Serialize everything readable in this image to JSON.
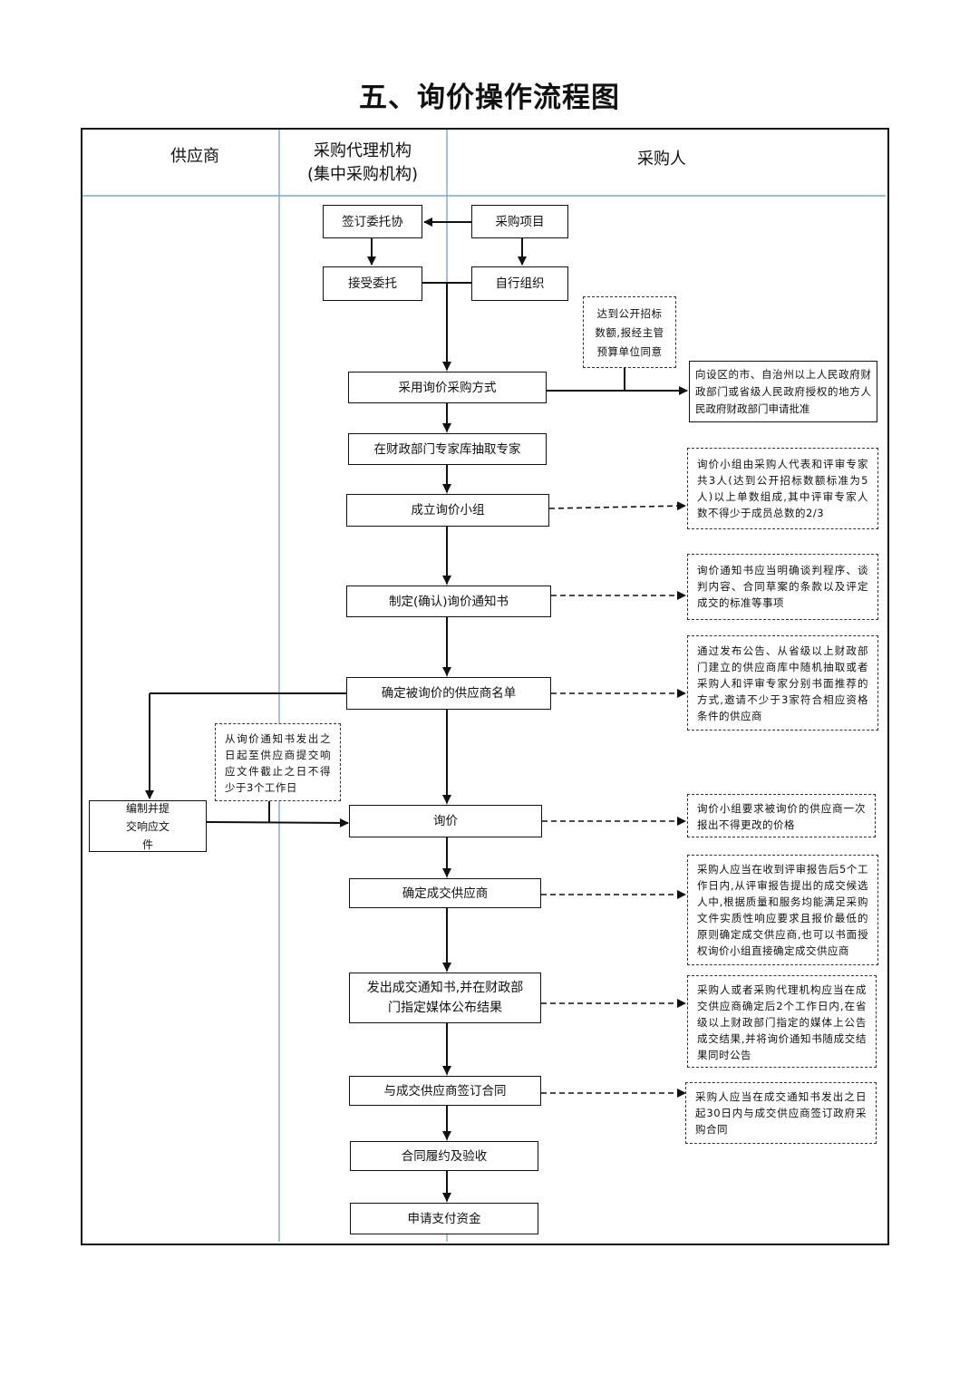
{
  "title": "五、询价操作流程图",
  "lanes": {
    "supplier": "供应商",
    "agency_line1": "采购代理机构",
    "agency_line2": "(集中采购机构)",
    "purchaser": "采购人"
  },
  "boxes": {
    "sign_entrust": "签订委托协",
    "procurement_project": "采购项目",
    "accept_entrust": "接受委托",
    "self_organize": "自行组织",
    "adopt_inquiry": "采用询价采购方式",
    "draw_experts": "在财政部门专家库抽取专家",
    "form_group": "成立询价小组",
    "make_notice": "制定(确认)询价通知书",
    "confirm_suppliers": "确定被询价的供应商名单",
    "prepare_response": "编制并提交响应文件",
    "inquiry": "询价",
    "confirm_winner": "确定成交供应商",
    "issue_notice": "发出成交通知书,并在财政部门指定媒体公布结果",
    "sign_contract": "与成交供应商签订合同",
    "perform_accept": "合同履约及验收",
    "apply_payment": "申请支付资金"
  },
  "notes": {
    "threshold": "达到公开招标数额,报经主管预算单位同意",
    "approval": "向设区的市、自治州以上人民政府财政部门或省级人民政府授权的地方人民政府财政部门申请批准",
    "group_rule": "询价小组由采购人代表和评审专家共3人(达到公开招标数额标准为5人)以上单数组成,其中评审专家人数不得少于成员总数的2/3",
    "notice_rule": "询价通知书应当明确谈判程序、谈判内容、合同草案的条款以及评定成交的标准等事项",
    "supplier_rule": "通过发布公告、从省级以上财政部门建立的供应商库中随机抽取或者采购人和评审专家分别书面推荐的方式,邀请不少于3家符合相应资格条件的供应商",
    "deadline_rule": "从询价通知书发出之日起至供应商提交响应文件截止之日不得少于3个工作日",
    "quote_rule": "询价小组要求被询价的供应商一次报出不得更改的价格",
    "winner_rule": "采购人应当在收到评审报告后5个工作日内,从评审报告提出的成交候选人中,根据质量和服务均能满足采购文件实质性响应要求且报价最低的原则确定成交供应商,也可以书面授权询价小组直接确定成交供应商",
    "publish_rule": "采购人或者采购代理机构应当在成交供应商确定后2个工作日内,在省级以上财政部门指定的媒体上公告成交结果,并将询价通知书随成交结果同时公告",
    "contract_rule": "采购人应当在成交通知书发出之日起30日内与成交供应商签订政府采购合同"
  }
}
